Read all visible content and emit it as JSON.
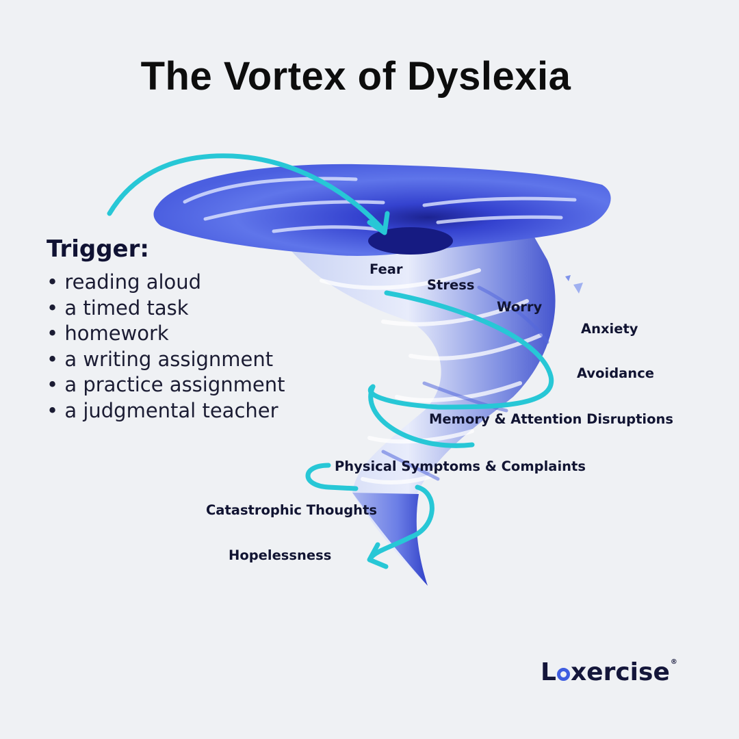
{
  "title": "The Vortex of Dyslexia",
  "trigger": {
    "heading": "Trigger:",
    "items": [
      "reading aloud",
      "a timed task",
      "homework",
      "a writing assignment",
      "a practice assignment",
      "a judgmental teacher"
    ]
  },
  "vortex_labels": {
    "fear": "Fear",
    "stress": "Stress",
    "worry": "Worry",
    "anxiety": "Anxiety",
    "avoidance": "Avoidance",
    "memory": "Memory & Attention Disruptions",
    "physical": "Physical Symptoms & Complaints",
    "catastrophic": "Catastrophic Thoughts",
    "hopelessness": "Hopelessness"
  },
  "logo": {
    "before": "L",
    "after": "xercise",
    "reg": "®"
  },
  "colors": {
    "arrow": "#27c7d6",
    "vortex": "#4b5fe0",
    "text": "#111432"
  },
  "icons": [
    "tornado-illustration",
    "swirl-arrow-icon"
  ]
}
